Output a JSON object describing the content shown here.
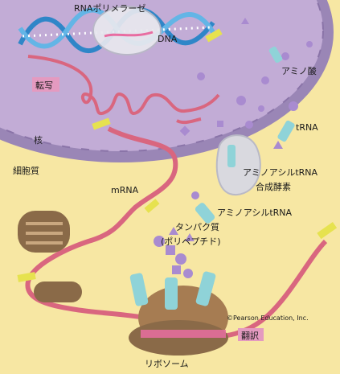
{
  "labels": {
    "rna_polymerase": "RNAポリメラーゼ",
    "dna": "DNA",
    "transcription": "転写",
    "nucleus": "核",
    "cytoplasm": "細胞質",
    "mrna": "mRNA",
    "amino_acid": "アミノ酸",
    "trna": "tRNA",
    "synthetase_line1": "アミノアシルtRNA",
    "synthetase_line2": "合成酵素",
    "aminoacyl_trna": "アミノアシルtRNA",
    "protein_line1": "タンパク質",
    "protein_line2": "(ポリペプチド)",
    "translation": "翻訳",
    "ribosome": "リボソーム",
    "copyright": "©Pearson Education, Inc."
  },
  "colors": {
    "cytoplasm": "#f7e7a3",
    "nucleus": "#c2acd6",
    "membrane": "#9a86b6",
    "mrna": "#d9667f",
    "trna": "#8fd3d8",
    "ribosome": "#a67c52",
    "highlight": "#e49ac0",
    "amino": "#a98bd0",
    "dna": "#2f86c8"
  }
}
